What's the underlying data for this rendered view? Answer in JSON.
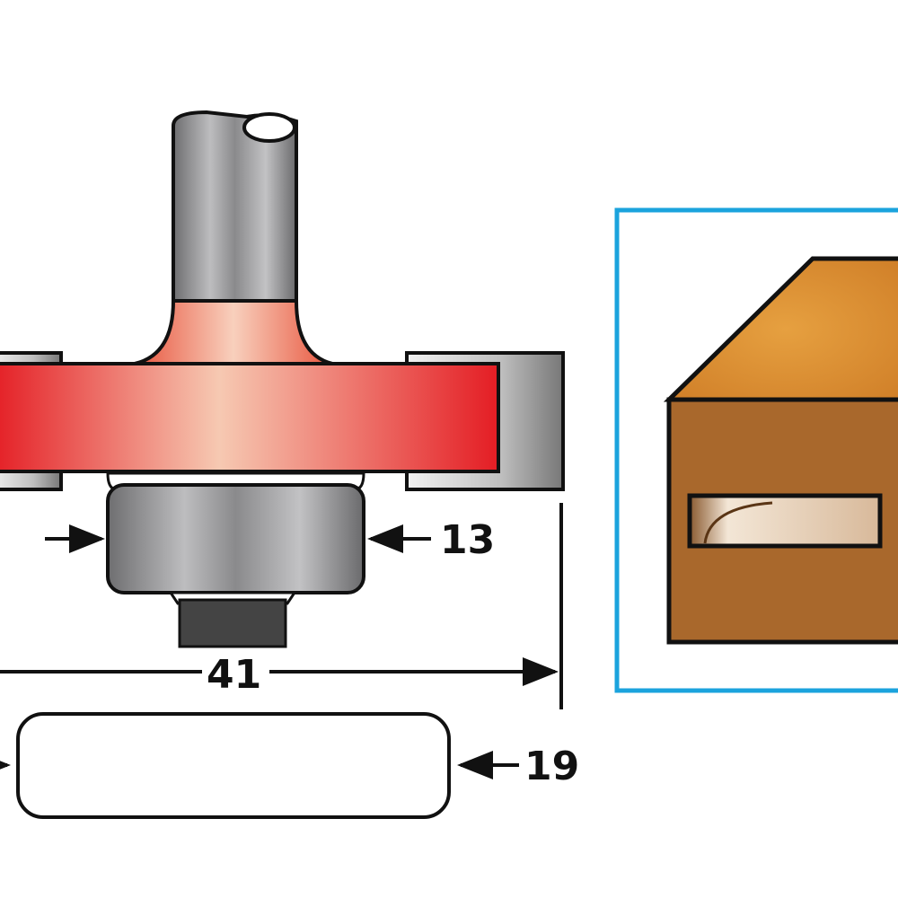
{
  "dimensions": {
    "bearing_diameter": "13",
    "cutter_diameter": "41",
    "slot_height": "19"
  },
  "colors": {
    "cutter_red": "#e61e25",
    "frame_blue": "#1ba3dd",
    "wood_front": "#a9682c",
    "wood_top": "#dd8f31"
  }
}
